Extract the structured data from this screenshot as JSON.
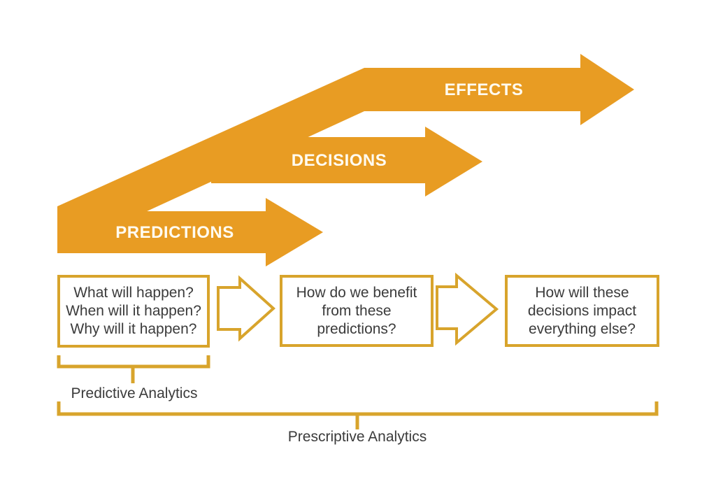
{
  "colors": {
    "arrow_orange": "#E89C23",
    "outline_gold": "#D8A42C",
    "text_dark": "#3B3B3B",
    "label_cream": "#FFFBF0",
    "background": "#FFFFFF"
  },
  "arrows": [
    {
      "label": "PREDICTIONS"
    },
    {
      "label": "DECISIONS"
    },
    {
      "label": "EFFECTS"
    }
  ],
  "boxes": [
    {
      "lines": [
        "What will happen?",
        "When will it happen?",
        "Why will it happen?"
      ]
    },
    {
      "lines": [
        "How do we benefit",
        "from these",
        "predictions?"
      ]
    },
    {
      "lines": [
        "How will these",
        "decisions impact",
        "everything else?"
      ]
    }
  ],
  "brackets": [
    {
      "label": "Predictive Analytics"
    },
    {
      "label": "Prescriptive Analytics"
    }
  ]
}
